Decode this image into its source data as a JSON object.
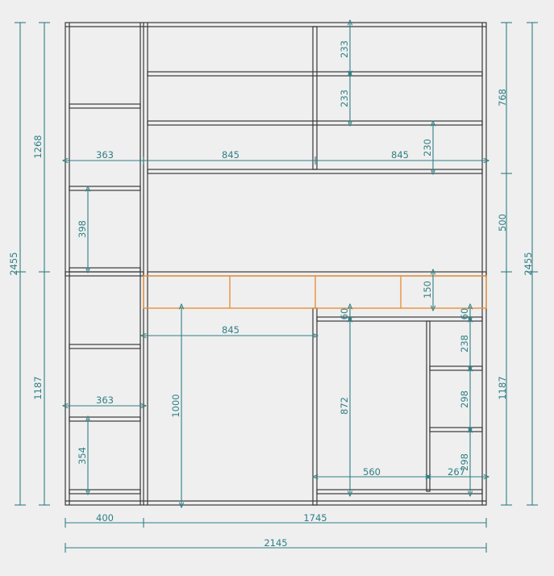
{
  "colors": {
    "background": "#efefef",
    "frame": "#3a3a3a",
    "dimension": "#2f7f84",
    "drawer_highlight": "#e8913a"
  },
  "dimensions": {
    "overall_height_left": "2455",
    "upper_height_left": "1268",
    "lower_height_left": "1187",
    "overall_height_right": "2455",
    "upper_section_right": "768",
    "middle_section_right": "500",
    "lower_height_right": "1187",
    "bottom_left_width": "400",
    "bottom_right_width": "1745",
    "bottom_total_width": "2145",
    "upper_col_left": "363",
    "upper_col_middle": "845",
    "upper_col_right": "845",
    "upper_shelf_1": "233",
    "upper_shelf_2": "233",
    "upper_shelf_3": "230",
    "left_col_compartment_upper": "398",
    "drawer_band_height": "150",
    "lower_open_width": "845",
    "lower_open_height": "1000",
    "lower_left_col_width": "363",
    "left_col_compartment_lower": "354",
    "right_top_gap_left": "60",
    "right_top_gap_right": "60",
    "right_cabinet_height": "872",
    "right_shelf_1": "238",
    "right_shelf_2": "298",
    "right_shelf_3": "298",
    "right_cabinet_width": "560",
    "right_narrow_width": "267"
  }
}
